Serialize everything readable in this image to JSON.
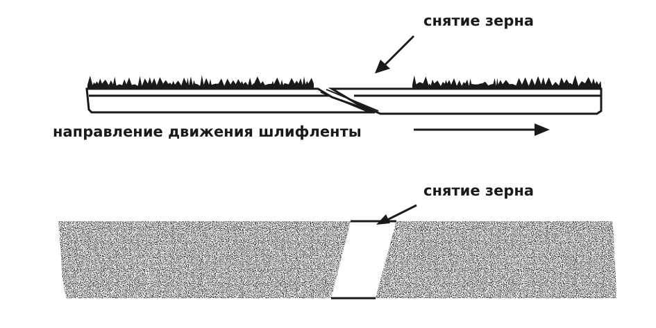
{
  "diagram": {
    "label_top": "снятие зерна",
    "label_direction": "направление движения шлифленты",
    "label_bottom": "снятие зерна"
  },
  "colors": {
    "ink": "#1a1a1a",
    "paper": "#ffffff"
  }
}
